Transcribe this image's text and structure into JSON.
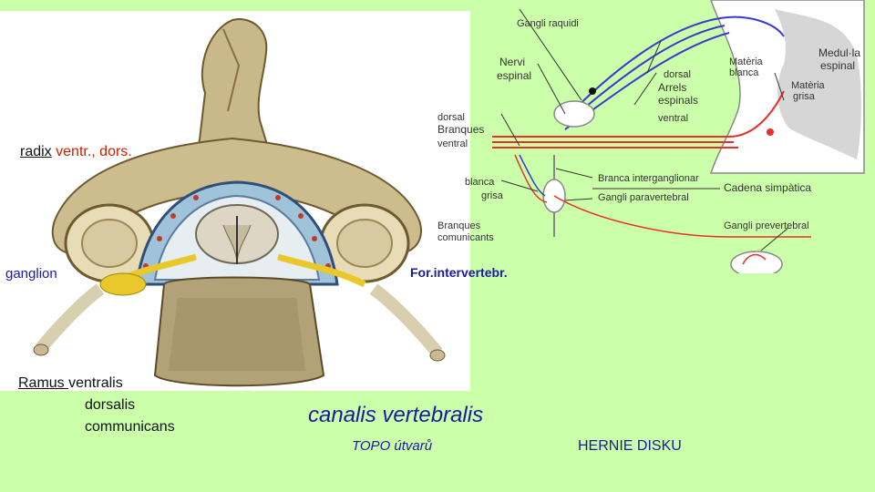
{
  "slide": {
    "radix_word": "radix",
    "radix_rest": "ventr., dors.",
    "ganglion": "ganglion",
    "foramen": "For.intervertebr.",
    "ramus_word": "Ramus ",
    "ramus_line1": "ventralis",
    "ramus_line2": "dorsalis",
    "ramus_line3": "communicans",
    "canalis": "canalis vertebralis",
    "topo": "TOPO útvarů",
    "hernie": "HERNIE DISKU"
  },
  "schematic_labels": {
    "gangli_raquidi": "Gangli raquidi",
    "nervi": "Nervi",
    "espinal": "espinal",
    "dorsal_arrels": "dorsal",
    "arrels": "Arrels",
    "espinals": "espinals",
    "ventral_arrels": "ventral",
    "materia_blanca_1": "Matèria",
    "materia_blanca_2": "blanca",
    "medul_la_1": "Medul·la",
    "medul_la_2": "espinal",
    "materia_grisa_1": "Matèria",
    "materia_grisa_2": "grisa",
    "dorsal_branques": "dorsal",
    "branques": "Branques",
    "ventral_branques": "ventral",
    "blanca": "blanca",
    "grisa": "grisa",
    "branques_com_1": "Branques",
    "branques_com_2": "comunicants",
    "branca_interganglionar": "Branca interganglionar",
    "gangli_paravertebral": "Gangli paravertebral",
    "cadena_simpatica": "Cadena simpàtica",
    "gangli_prevertebral": "Gangli prevertebral"
  },
  "colors": {
    "background": "#ccffaa",
    "red_text": "#cc2200",
    "blue_text": "#1a1aa0",
    "nerve_red": "#e8302a",
    "nerve_blue": "#3a3ad0"
  }
}
